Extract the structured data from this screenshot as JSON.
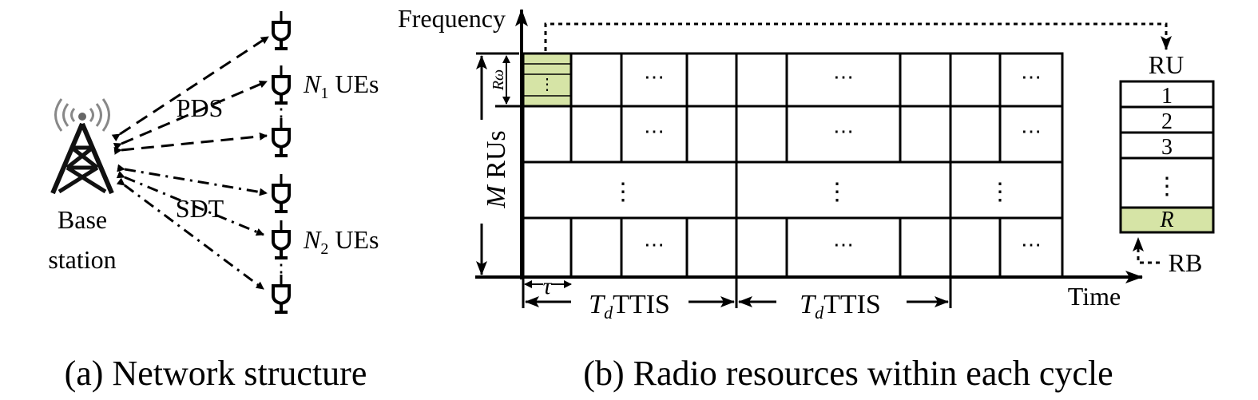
{
  "panel_a": {
    "caption": "(a) Network structure",
    "base_station_label": [
      "Base",
      "station"
    ],
    "pds_label": "PDS",
    "sdt_label": "SDT",
    "ue_group_1": {
      "var": "N",
      "sub": "1",
      "suffix": " UEs"
    },
    "ue_group_2": {
      "var": "N",
      "sub": "2",
      "suffix": " UEs"
    }
  },
  "panel_b": {
    "caption": "(b) Radio resources within each cycle",
    "y_axis_label": "Frequency",
    "x_axis_label": "Time",
    "m_rus": {
      "var": "M",
      "text": " RUs"
    },
    "r_omega": "Rω",
    "tau": "τ",
    "period_label": {
      "var": "T",
      "sub": "d",
      "suffix": "TTIS"
    },
    "ru_title": "RU",
    "ru_items": [
      "1",
      "2",
      "3",
      "⋮",
      "R"
    ],
    "rb_label": "RB",
    "hdots": "⋯",
    "vdots": "⋮",
    "highlight_color": "#d6e4a6"
  }
}
